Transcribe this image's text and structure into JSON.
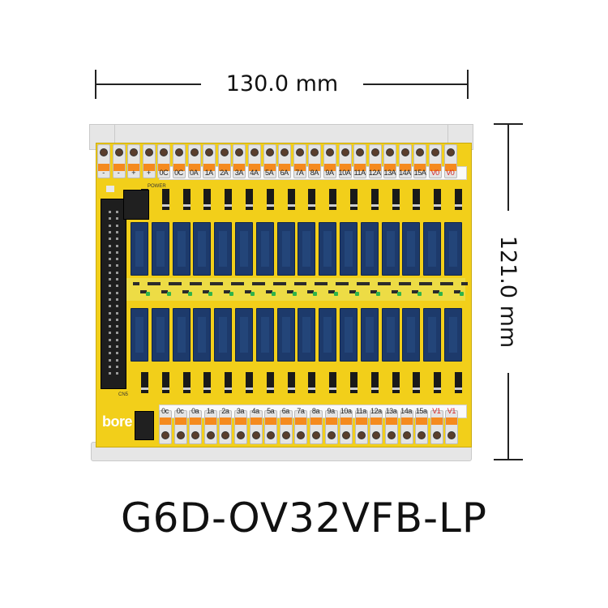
{
  "dimensions": {
    "width_label": "130.0 mm",
    "height_label": "121.0 mm"
  },
  "board": {
    "top_terminals": [
      "-",
      "-",
      "+",
      "+",
      "0C",
      "0C",
      "0A",
      "1A",
      "2A",
      "3A",
      "4A",
      "5A",
      "6A",
      "7A",
      "8A",
      "9A",
      "10A",
      "11A",
      "12A",
      "13A",
      "14A",
      "15A",
      "V0",
      "V0"
    ],
    "bottom_terminals": [
      "0c",
      "0c",
      "0a",
      "1a",
      "2a",
      "3a",
      "4a",
      "5a",
      "6a",
      "7a",
      "8a",
      "9a",
      "10a",
      "11a",
      "12a",
      "13a",
      "14a",
      "15a",
      "V1",
      "V1"
    ],
    "brand": "bore",
    "power_silk": "POWER",
    "connector_silk": "CN5"
  },
  "product": {
    "model": "G6D-OV32VFB-LP"
  },
  "colors": {
    "pcb": "#f2cf1a",
    "relay": "#1d3a6b",
    "terminal_tab": "#f58a1e",
    "accent_label": "#d32020"
  }
}
